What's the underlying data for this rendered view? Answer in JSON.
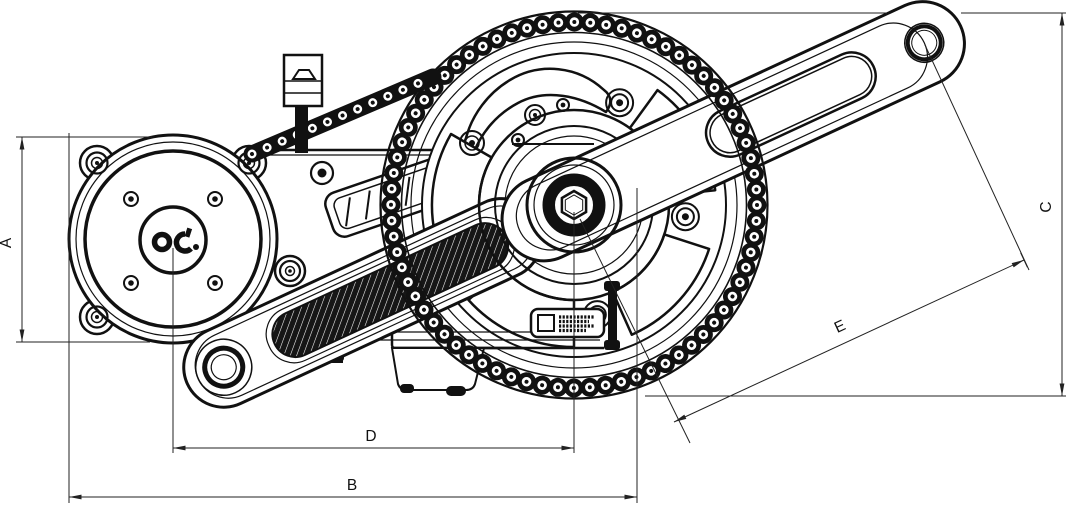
{
  "page": {
    "background": "#ffffff",
    "line_color": "#111111",
    "description": "Engineering line drawing of an e-bike mid-drive motor unit with crankset, chainring and chain, annotated with dimension lines"
  },
  "drawing": {
    "dimension_labels": {
      "a": "A",
      "b": "B",
      "c": "C",
      "d": "D",
      "e": "E"
    }
  }
}
